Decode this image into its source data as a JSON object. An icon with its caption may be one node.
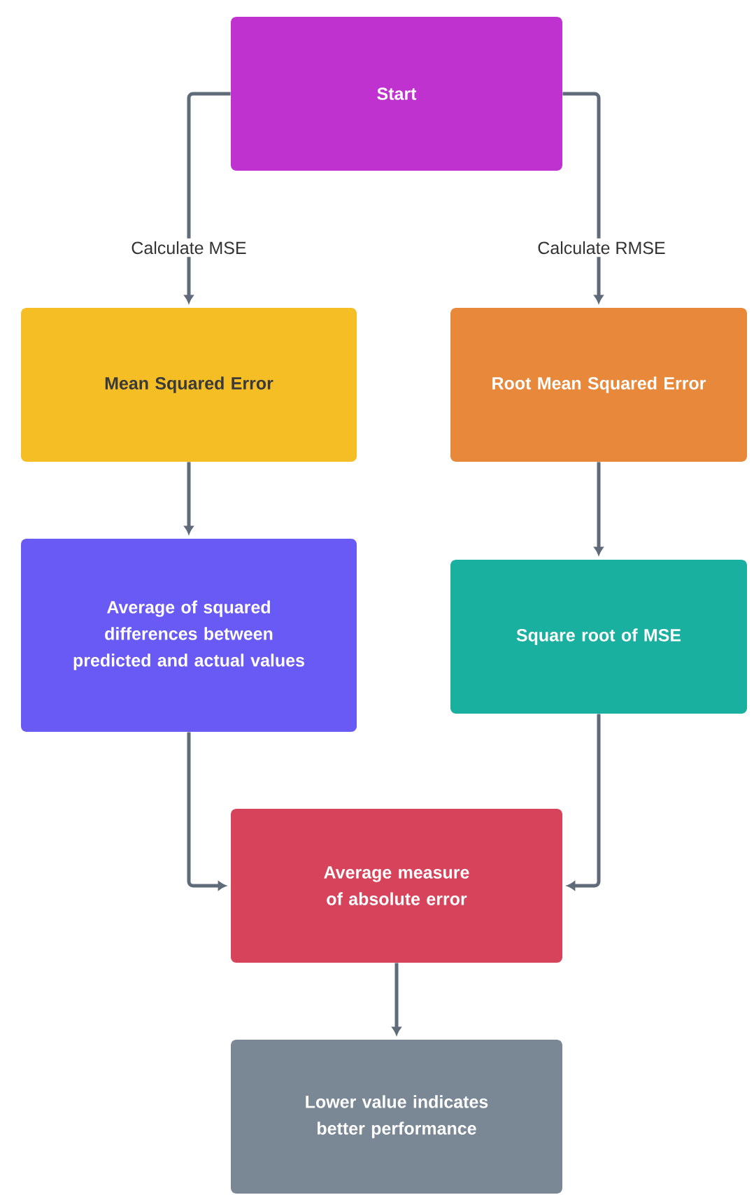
{
  "diagram": {
    "nodes": [
      {
        "text": [
          "Start"
        ]
      },
      {
        "text": [
          "Mean Squared Error"
        ]
      },
      {
        "text": [
          "Root Mean Squared Error"
        ]
      },
      {
        "text": [
          "Average of squared differences between predicted and actual values"
        ]
      },
      {
        "text": [
          "Square root of MSE"
        ]
      },
      {
        "text": [
          "Average measure of absolute error"
        ]
      },
      {
        "text": [
          "Lower value indicates better performance"
        ]
      }
    ],
    "edges": [
      {
        "from": 0,
        "to": 1,
        "arrow": "to",
        "label": "Calculate MSE"
      },
      {
        "from": 0,
        "to": 2,
        "arrow": "to",
        "label": "Calculate RMSE"
      },
      {
        "from": 1,
        "to": 3,
        "arrow": "to"
      },
      {
        "from": 2,
        "to": 4,
        "arrow": "to"
      },
      {
        "from": 3,
        "to": 5,
        "arrow": "to"
      },
      {
        "from": 4,
        "to": 5,
        "arrow": "to"
      },
      {
        "from": 5,
        "to": 6,
        "arrow": "to"
      }
    ]
  }
}
